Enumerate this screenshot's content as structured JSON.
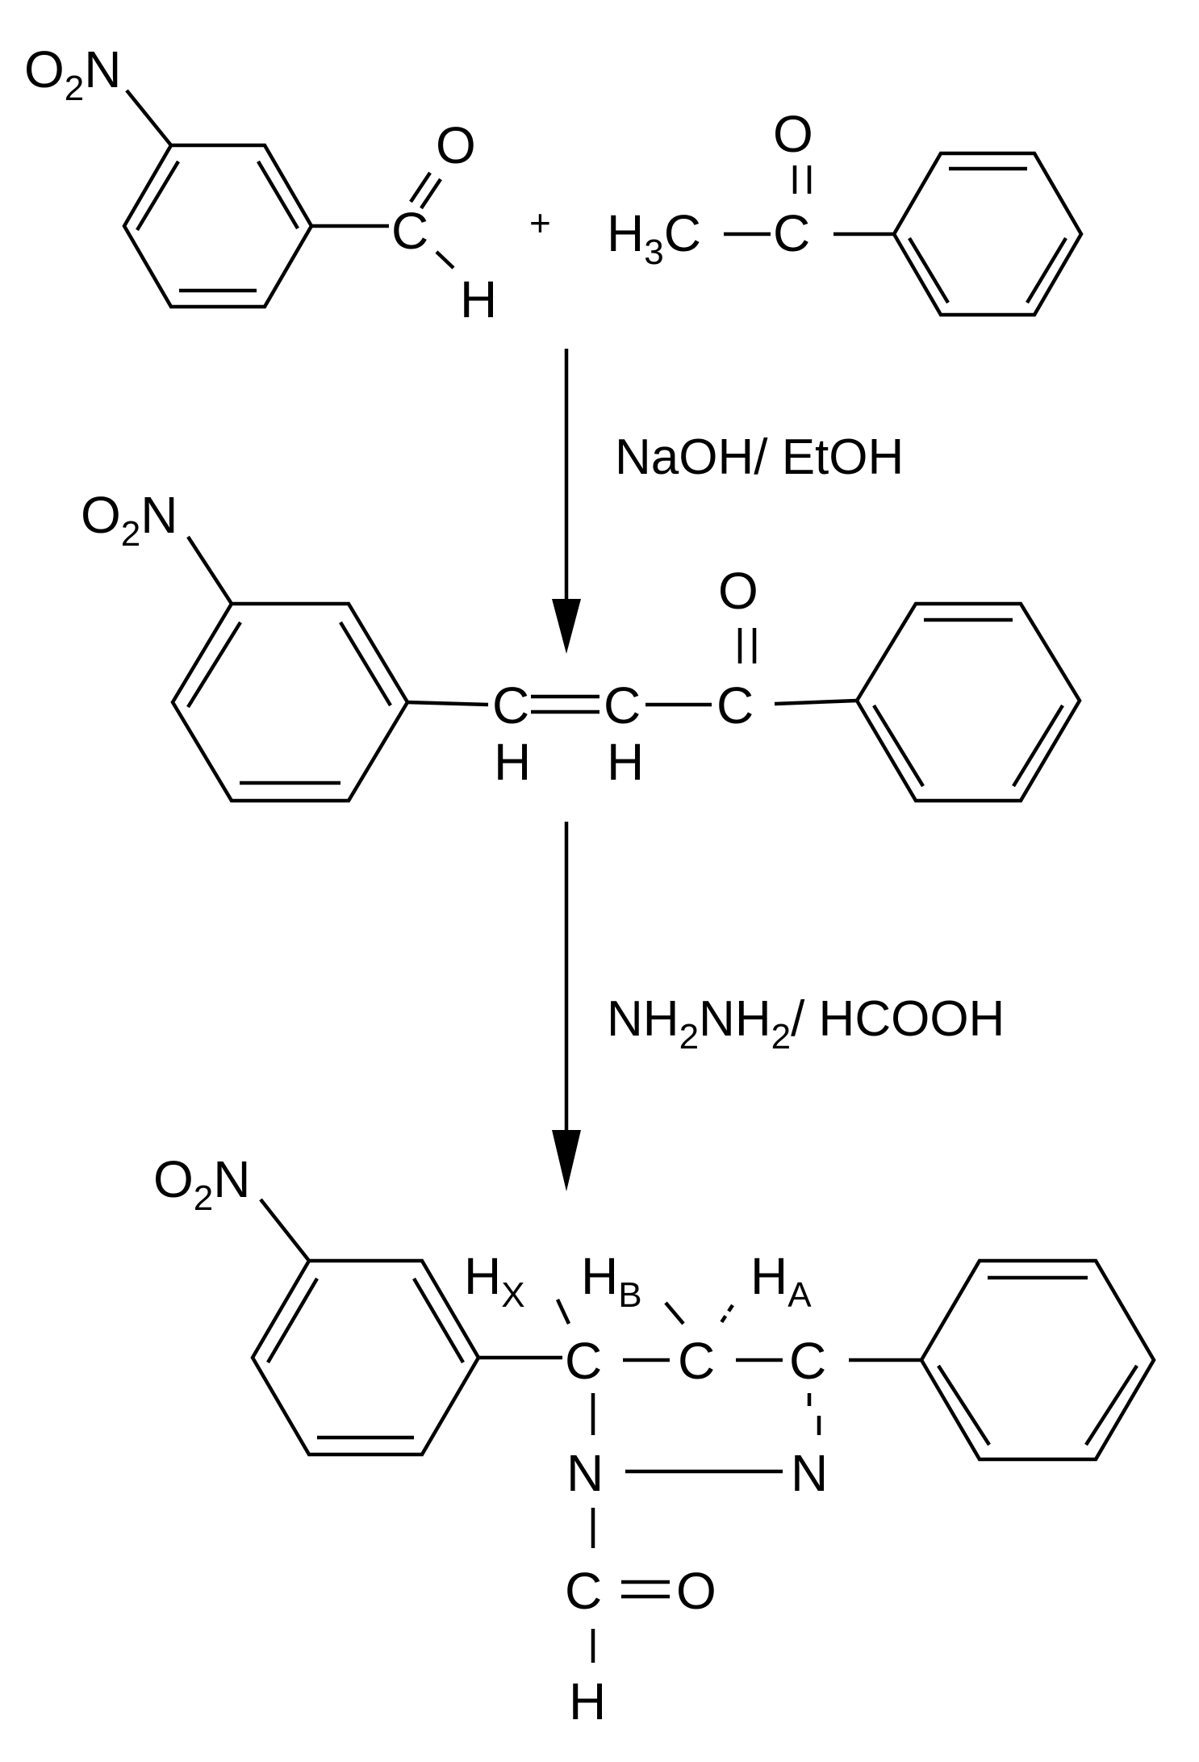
{
  "reactants": {
    "nitrobenzaldehyde": {
      "nitro": {
        "main": "O",
        "sub": "2",
        "tail": "N"
      },
      "carbonyl_o": "O",
      "carbonyl_c": "C",
      "aldehyde_h": "H"
    },
    "plus": "+",
    "acetophenone": {
      "methyl": {
        "main": "H",
        "sub": "3",
        "tail": "C"
      },
      "carbonyl_c": "C",
      "carbonyl_o": "O"
    }
  },
  "step1": {
    "reagent": "NaOH/ EtOH"
  },
  "chalcone": {
    "nitro": {
      "main": "O",
      "sub": "2",
      "tail": "N"
    },
    "c_alpha": "C",
    "c_beta": "C",
    "h_alpha": "H",
    "h_beta": "H",
    "carbonyl_c": "C",
    "carbonyl_o": "O"
  },
  "step2": {
    "reagent": {
      "p1": "NH",
      "s1": "2",
      "p2": "NH",
      "s2": "2",
      "p3": "/ HCOOH"
    }
  },
  "pyrazoline": {
    "nitro": {
      "main": "O",
      "sub": "2",
      "tail": "N"
    },
    "hx": {
      "main": "H",
      "sub": "X"
    },
    "hb": {
      "main": "H",
      "sub": "B"
    },
    "ha": {
      "main": "H",
      "sub": "A"
    },
    "c5": "C",
    "c4": "C",
    "c3": "C",
    "n1": "N",
    "n2": "N",
    "formyl_c": "C",
    "formyl_o": "O",
    "formyl_h": "H"
  }
}
